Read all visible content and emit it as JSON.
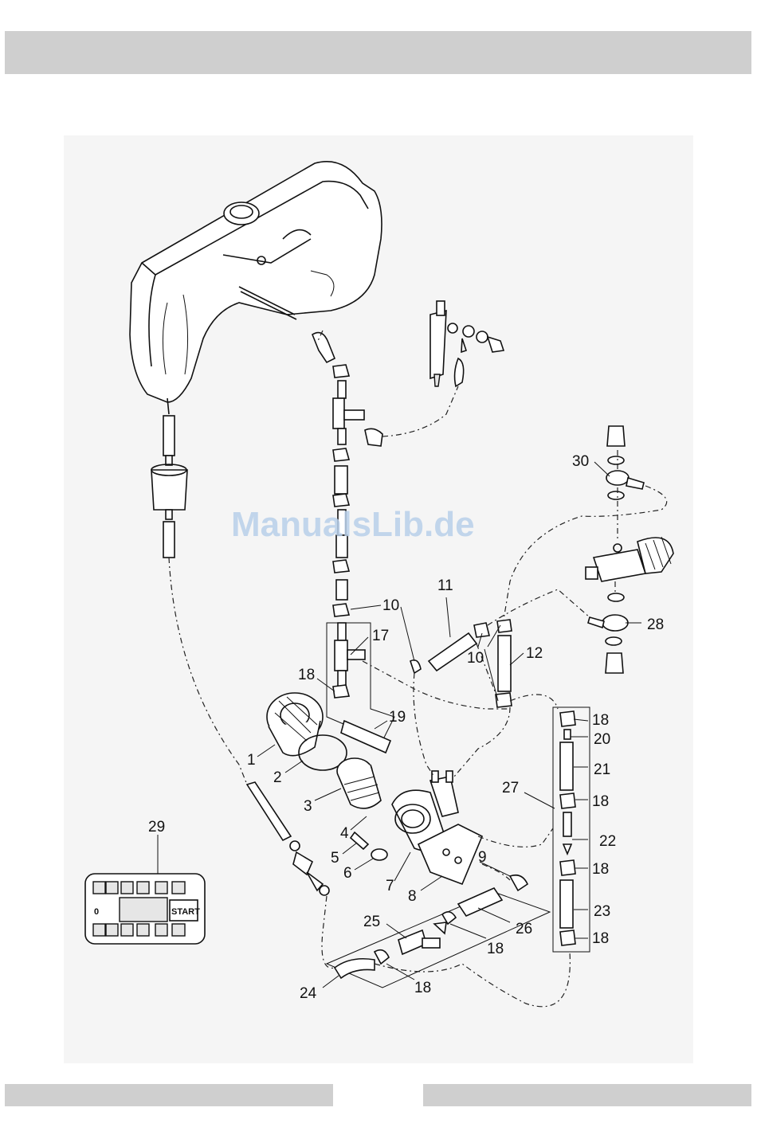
{
  "watermark": "ManualsLib.de",
  "decal": {
    "start_label": "START",
    "zero_label": "0"
  },
  "callouts": {
    "c1": "1",
    "c2": "2",
    "c3": "3",
    "c4": "4",
    "c5": "5",
    "c6": "6",
    "c7": "7",
    "c8": "8",
    "c9": "9",
    "c10a": "10",
    "c10b": "10",
    "c11": "11",
    "c12": "12",
    "c17": "17",
    "c18a": "18",
    "c18b": "18",
    "c18c": "18",
    "c18d": "18",
    "c18e": "18",
    "c18f": "18",
    "c18g": "18",
    "c19": "19",
    "c20": "20",
    "c21": "21",
    "c22": "22",
    "c23": "23",
    "c24": "24",
    "c25": "25",
    "c26": "26",
    "c27": "27",
    "c28": "28",
    "c29": "29",
    "c30": "30"
  }
}
